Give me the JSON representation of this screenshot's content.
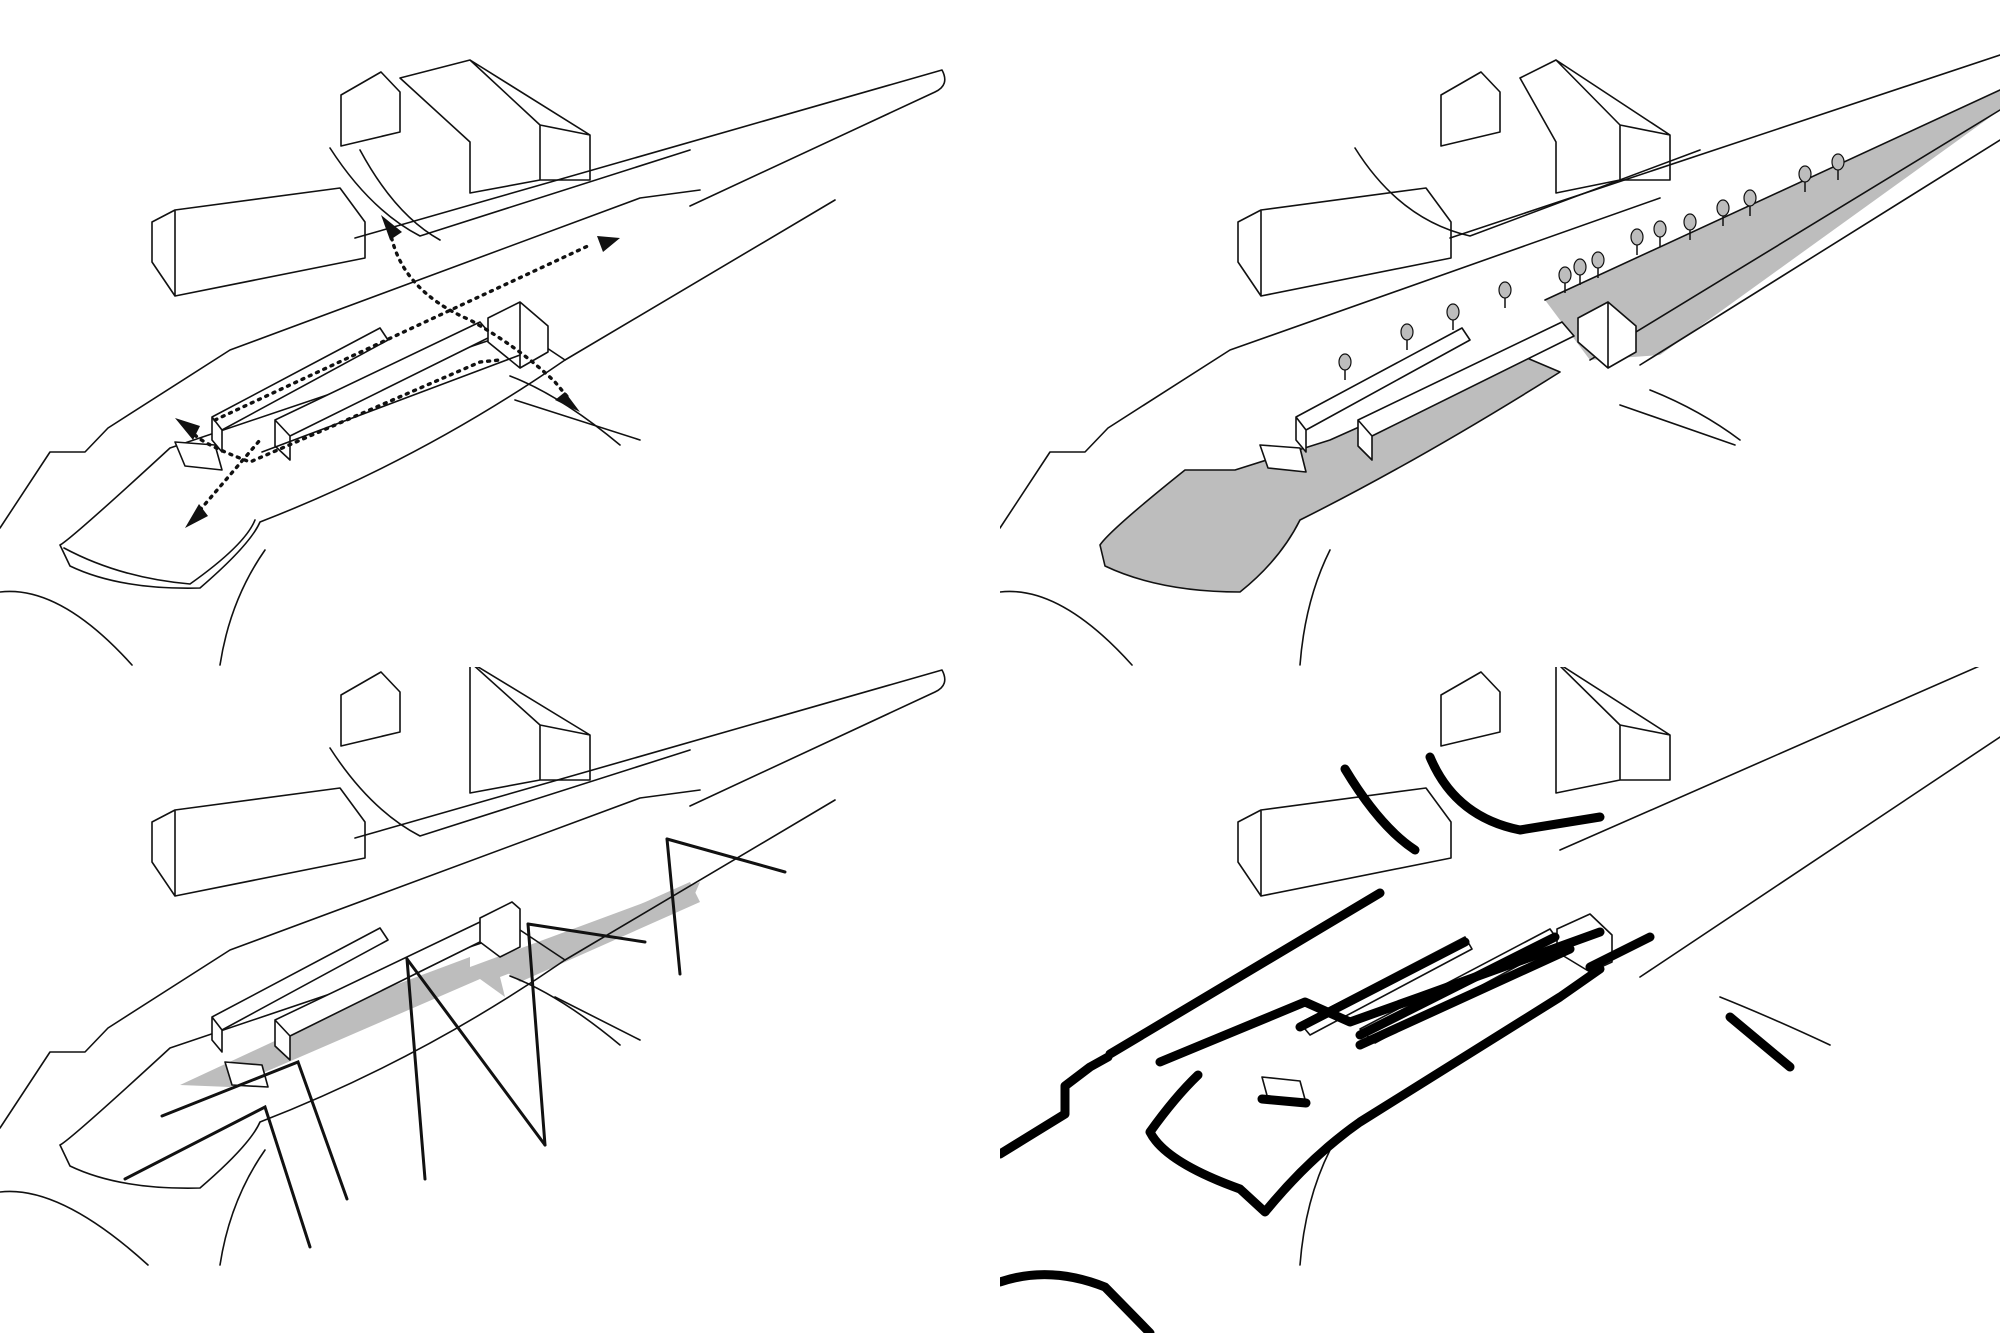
{
  "panels": [
    {
      "id": "circulation",
      "name": "circulation-diagram",
      "overlay": "arrows"
    },
    {
      "id": "green",
      "name": "green-space-diagram",
      "overlay": "trees"
    },
    {
      "id": "callouts",
      "name": "program-callout-diagram",
      "overlay": "callouts"
    },
    {
      "id": "edges",
      "name": "edge-condition-diagram",
      "overlay": "thick-edges"
    }
  ],
  "colors": {
    "line": "#111111",
    "shade": "#bdbdbd",
    "background": "#ffffff",
    "edge": "#000000"
  },
  "icons": [
    "arrow-head-icon",
    "tree-icon"
  ]
}
